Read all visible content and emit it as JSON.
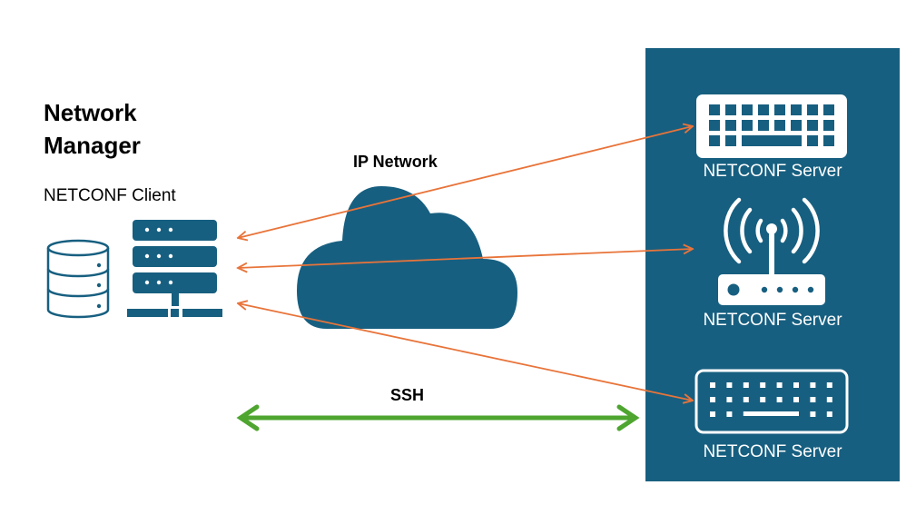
{
  "manager": {
    "title_line1": "Network",
    "title_line2": "Manager",
    "client_label": "NETCONF Client",
    "icons": [
      "database-icon",
      "server-rack-icon"
    ]
  },
  "network": {
    "label": "IP Network",
    "icon": "cloud-icon"
  },
  "transport": {
    "label": "SSH",
    "icon": "double-arrow-icon"
  },
  "servers": [
    {
      "label": "NETCONF Server",
      "icon": "keyboard-icon"
    },
    {
      "label": "NETCONF Server",
      "icon": "wifi-router-icon"
    },
    {
      "label": "NETCONF Server",
      "icon": "keyboard-outline-icon"
    }
  ],
  "colors": {
    "primary": "#175f80",
    "connection": "#e8743a",
    "ssh": "#4ea52f",
    "server_label": "#ffffff"
  }
}
